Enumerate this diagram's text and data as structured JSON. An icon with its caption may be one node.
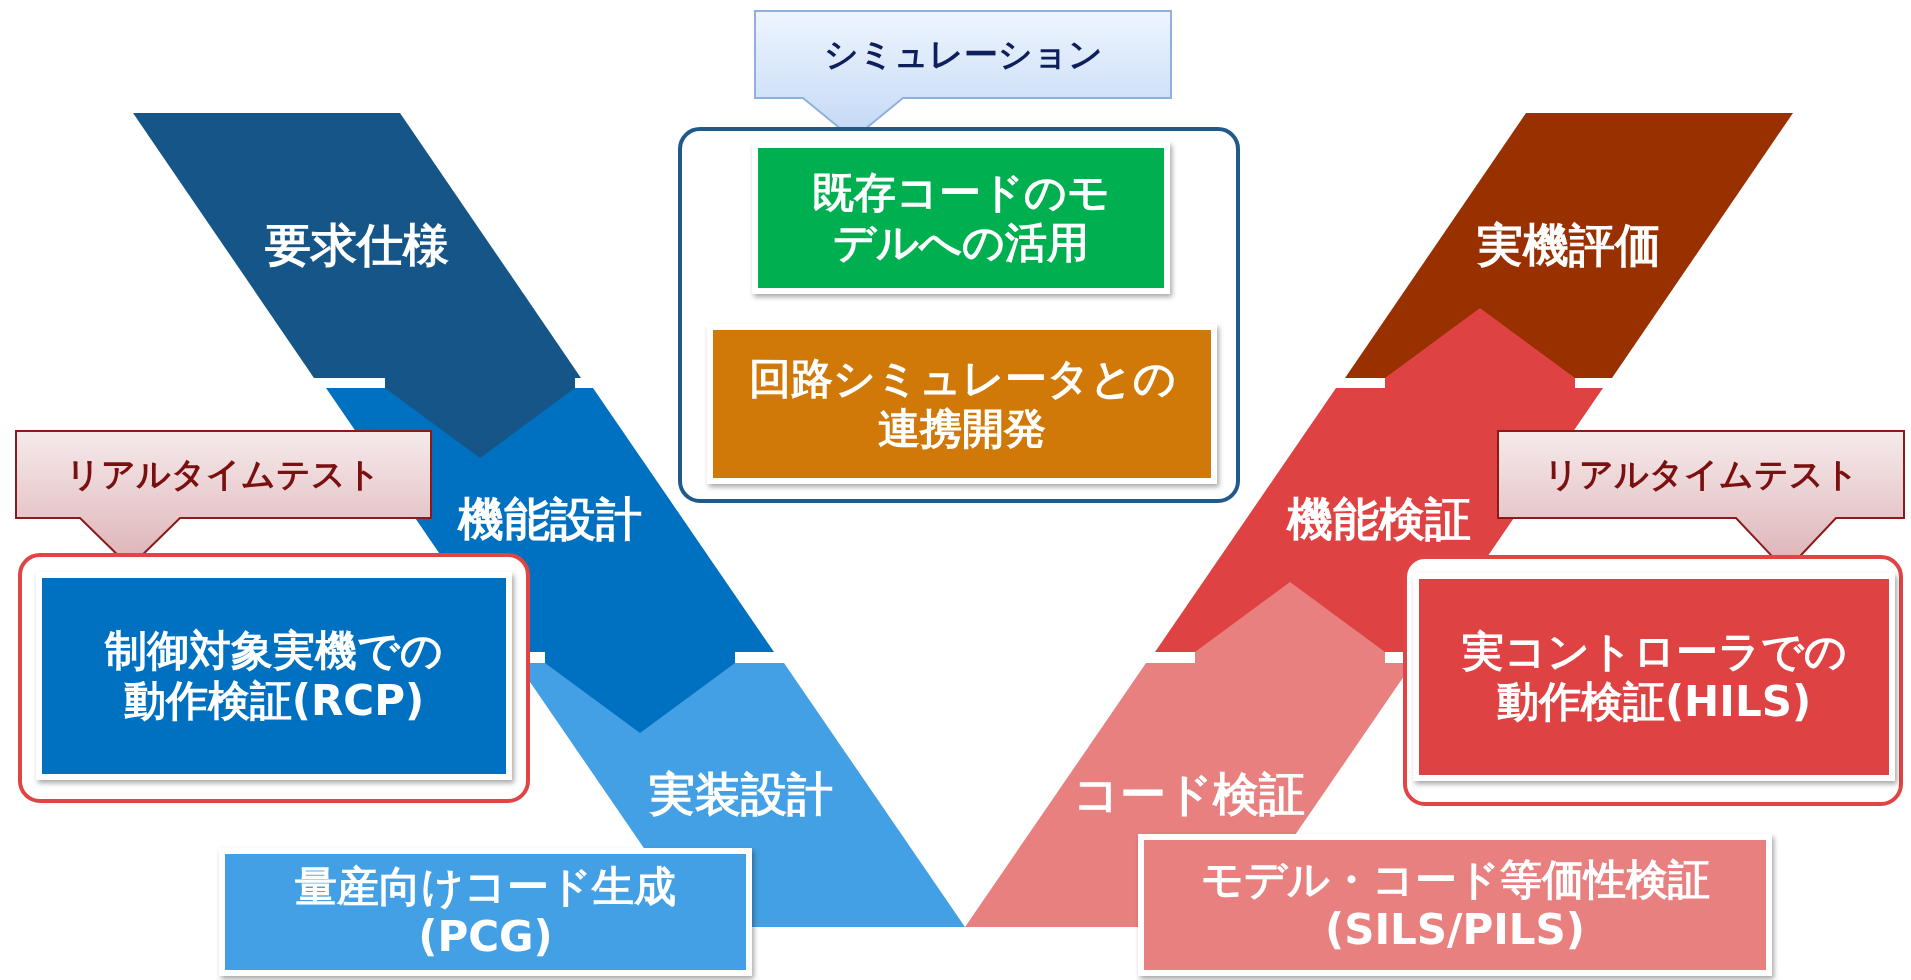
{
  "diagram": {
    "nodes": [
      {
        "text": [
          "シミュレーション"
        ]
      },
      {
        "text": [],
        "shape": "box"
      },
      {
        "text": [
          "既存コードのモデルへの活用"
        ],
        "in": 1
      },
      {
        "text": [
          "回路シミュレータとの連携開発"
        ],
        "in": 1
      },
      {
        "text": [
          "要求仕様"
        ]
      },
      {
        "text": [
          "実機評価"
        ]
      },
      {
        "text": [
          "リアルタイムテスト"
        ]
      },
      {
        "text": [
          "機能設計"
        ]
      },
      {
        "text": [
          "機能検証"
        ]
      },
      {
        "text": [
          "リアルタイムテスト"
        ]
      },
      {
        "text": [],
        "shape": "box"
      },
      {
        "text": [
          "制御対象実機での動作検証(RCP)"
        ],
        "in": 10
      },
      {
        "text": [],
        "shape": "box"
      },
      {
        "text": [
          "実コントローラでの動作検証(HILS)"
        ],
        "in": 12
      },
      {
        "text": [
          "実装設計"
        ]
      },
      {
        "text": [
          "コード検証"
        ]
      },
      {
        "text": [
          "量産向けコード生成(PCG)"
        ]
      },
      {
        "text": [
          "モデル・コード等価性検証(SILS/PILS)"
        ]
      }
    ],
    "edges": [
      {
        "from": 4,
        "to": 7,
        "arrow": "to",
        "color": "#155588"
      },
      {
        "from": 7,
        "to": 14,
        "arrow": "to",
        "color": "#0070c0"
      },
      {
        "from": 15,
        "to": 8,
        "arrow": "to",
        "color": "#e88080"
      },
      {
        "from": 8,
        "to": 5,
        "arrow": "to",
        "color": "#df4242"
      }
    ]
  }
}
